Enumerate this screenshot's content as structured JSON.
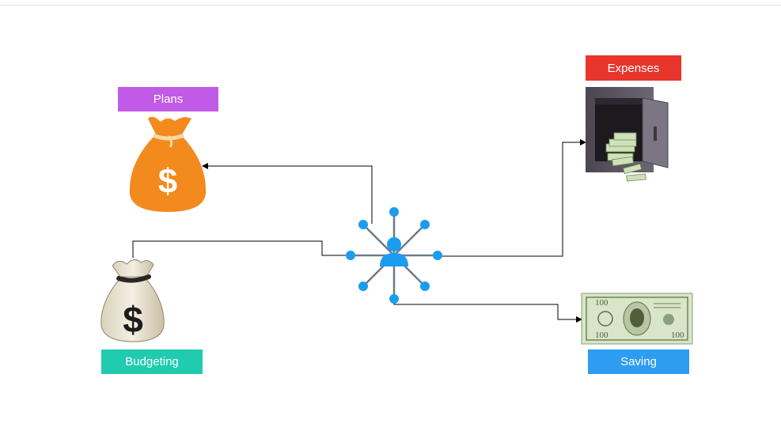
{
  "nodes": {
    "plans": {
      "label": "Plans",
      "color": "#c15ae6"
    },
    "expenses": {
      "label": "Expenses",
      "color": "#e8352b"
    },
    "budgeting": {
      "label": "Budgeting",
      "color": "#20cbb0"
    },
    "saving": {
      "label": "Saving",
      "color": "#2e9cf0"
    }
  },
  "hub": {
    "icon": "user-network-icon",
    "color": "#1a9cf0"
  },
  "icons": {
    "plans": "orange-money-bag-icon",
    "expenses": "safe-with-cash-icon",
    "budgeting": "money-sack-icon",
    "saving": "dollar-bill-icon"
  },
  "connectors": [
    {
      "from": "hub",
      "to": "plans"
    },
    {
      "from": "budgeting",
      "to": "hub"
    },
    {
      "from": "hub",
      "to": "expenses"
    },
    {
      "from": "hub",
      "to": "saving"
    }
  ]
}
